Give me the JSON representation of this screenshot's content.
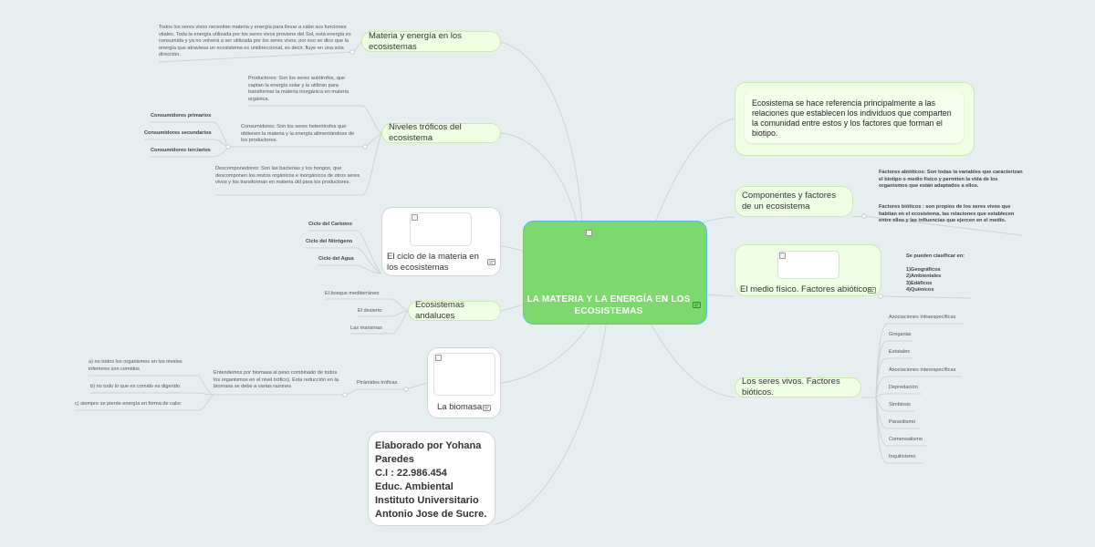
{
  "central": {
    "title": "LA MATERIA Y LA ENERGÍA EN LOS ECOSISTEMAS"
  },
  "left": {
    "materia_energia": {
      "label": "Materia y energía en los ecosistemas",
      "note": "Todos los seres vivos necesitan materia y energía para llevar a cabo sus funciones vitales. Toda la energía utilizada por los seres vivos proviene del Sol, está energía es consumida y ya no volverá a ser utilizada por los seres vivos, por eso se dice que la energía que atraviesa un ecosistema es unidireccional, es decir, fluye en una sola dirección."
    },
    "niveles": {
      "label": "Niveles tróficos del ecosistema",
      "productores": "Productores: Son los seres autótrofos, que captan la energía solar y la utilizan para transformar la materia inorgánica en materia orgánica.",
      "consumidores": "Consumidores: Son los seres heterótrofos que obtienen la materia y la energía alimentándose de los productores.",
      "descomponedores": "Descomponedores: Son las bacterias y los hongos, que descomponen los restos orgánicos e inorgánicos de otros seres vivos y los transforman en materia útil para los productores.",
      "consumidores_tipos": [
        "Consumidores primarios",
        "Consumidores secundarios",
        "Consumidores terciarios"
      ]
    },
    "ciclo": {
      "label": "El ciclo de la materia en los ecosistemas",
      "children": [
        "Ciclo del Carbono",
        "Ciclo del Nitrógeno",
        "Ciclo del Agua"
      ]
    },
    "andaluces": {
      "label": "Ecosistemas andaluces",
      "children": [
        "El bosque mediterráneo",
        "El desierto",
        "Las marismas"
      ]
    },
    "biomasa": {
      "label": "La biomasa",
      "piramides": "Pirámides tróficas",
      "definicion": "Entendemos por biomasa al peso combinado de todos los organismos en el nivel trófico). Esta reducción en la biomasa se debe a varias razones",
      "razones": [
        "a) no todos los organismos en los niveles inferiores son comidos",
        "b) no todo lo que es comido es digerido",
        "c) siempre se pierde energía en forma de calor"
      ]
    },
    "author": {
      "lines": [
        "Elaborado por Yohana Paredes",
        "C.I : 22.986.454",
        "Educ. Ambiental",
        "Instituto Universitario Antonio Jose de Sucre."
      ]
    }
  },
  "right": {
    "definicion": "Ecosistema se hace referencia principalmente a las relaciones que establecen los individuos que comparten la comunidad entre estos y los factores que forman el biotipo.",
    "componentes": {
      "label": "Componentes y factores de un ecosistema",
      "note_abioticos": "Factores abióticos: Son todas la variables que caracterizan el biotipo o medio físico y permiten la vida de los organismos que están adaptados a ellos.",
      "note_bioticos": "Factores bióticos : son propios de los seres vivos que habitan en el ecosistema, las relaciones que establecen entre ellos y las influencias que ejercen en el medio."
    },
    "medio_fisico": {
      "label": "El medio físico. Factores abióticos.",
      "note_title": "Se pueden clasificar en:",
      "note_items": [
        "1)Geográficos",
        "2)Ambientales",
        "3)Edáficos",
        "4)Químicos"
      ]
    },
    "seres_vivos": {
      "label": "Los seres vivos. Factores bióticos.",
      "children": [
        "Asociaciones intraespecíficas",
        "Gregarias",
        "Estatales",
        "Asociaciones interespecíficas",
        "Depredación",
        "Simbiosis",
        "Parasitismo",
        "Comensalismo",
        "Inquilinismo"
      ]
    }
  },
  "colors": {
    "center_fill": "#7cd96b",
    "center_border": "#58b8e0",
    "topic_fill": "#efffe4",
    "connector": "#c9d2d6",
    "background": "#e6eef0"
  }
}
